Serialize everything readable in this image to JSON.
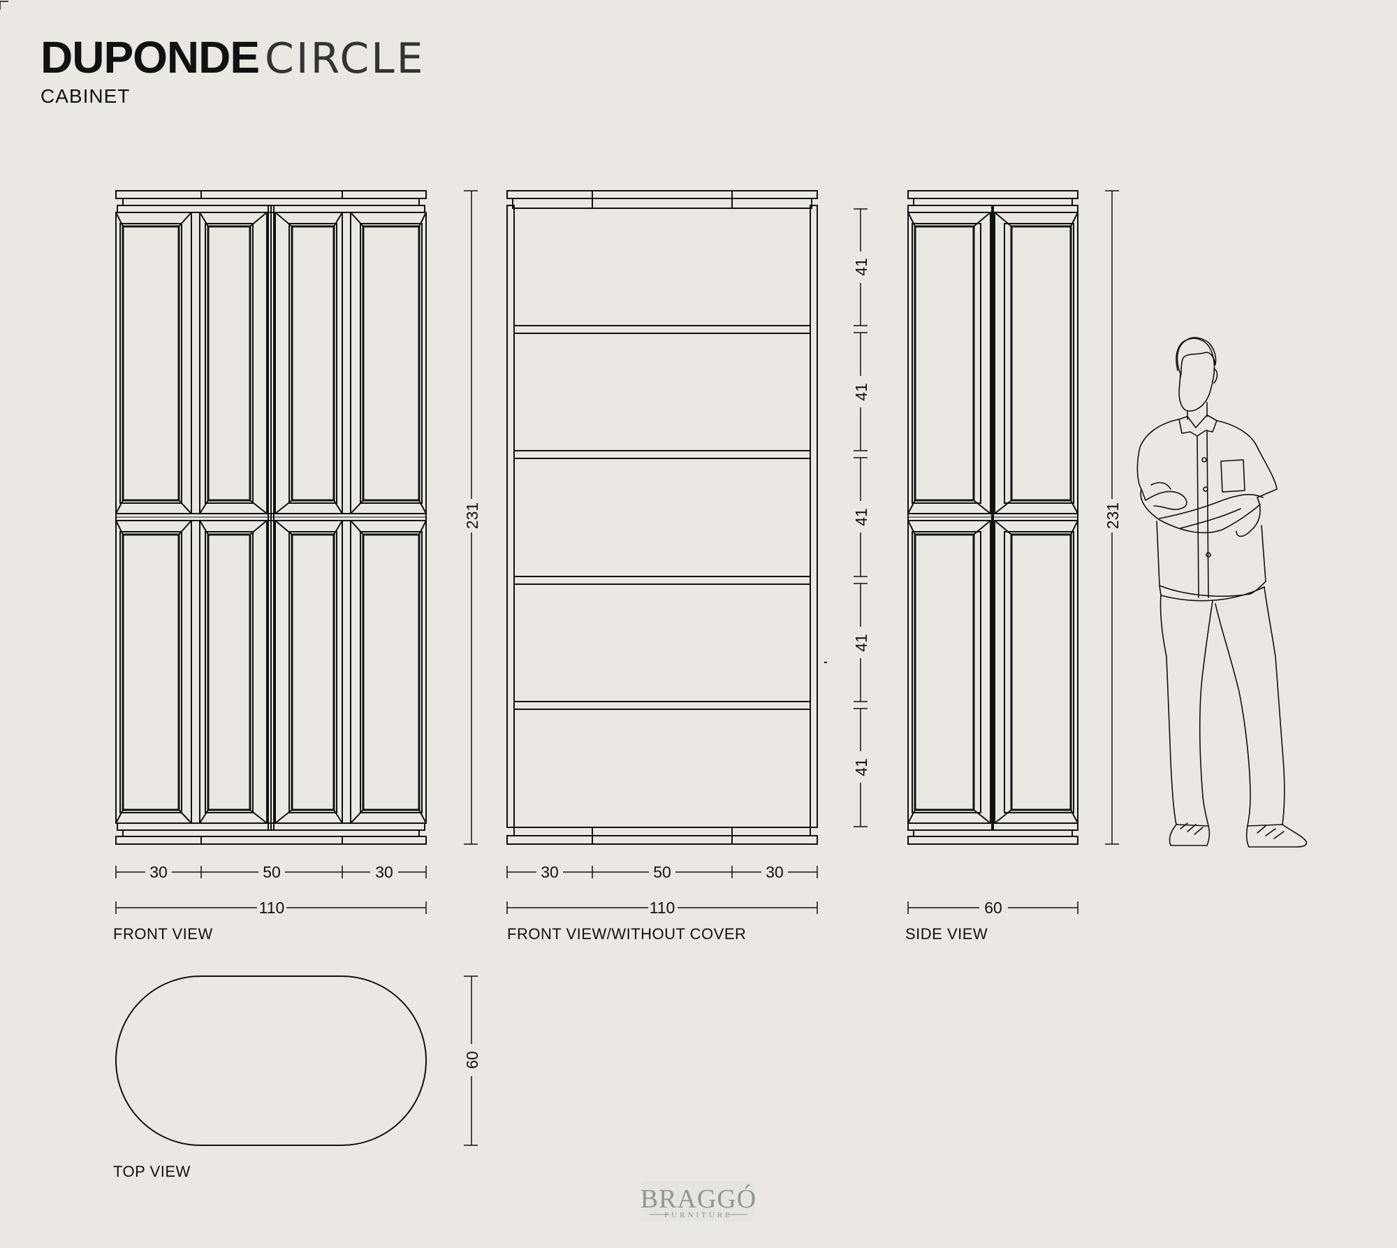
{
  "header": {
    "brand_bold": "DUPONDE",
    "brand_light": "CIRCLE",
    "subtitle": "CABINET"
  },
  "views": {
    "front": "FRONT VIEW",
    "front_no_cover": "FRONT VIEW/WITHOUT COVER",
    "side": "SIDE VIEW",
    "top": "TOP VIEW"
  },
  "dimensions": {
    "front_segments": [
      "30",
      "50",
      "30"
    ],
    "front_total": "110",
    "height": "231",
    "shelf_spacing": [
      "41",
      "41",
      "41",
      "41",
      "41"
    ],
    "side_width": "60",
    "top_depth": "60"
  },
  "logo": {
    "name": "BRAGGÓ",
    "tagline": "FURNITURE"
  },
  "colors": {
    "background": "#ebe8e4",
    "line": "#111111",
    "logo": "#8e9a8c"
  }
}
